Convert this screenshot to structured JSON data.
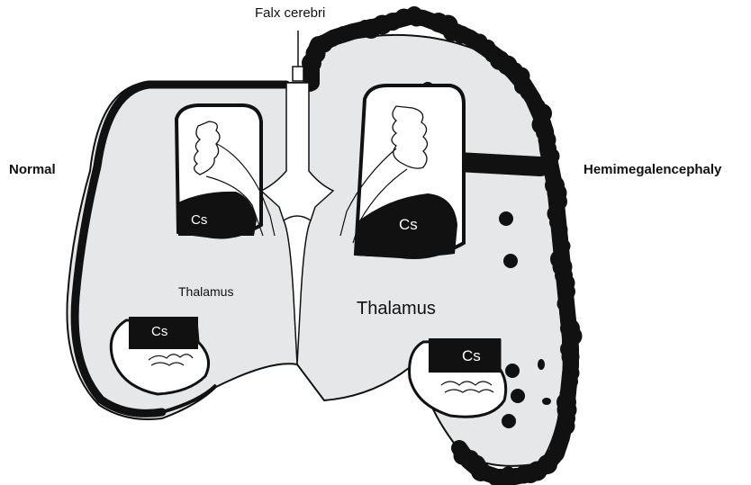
{
  "labels": {
    "left_side": "Normal",
    "right_side": "Hemimegalencephaly",
    "falx": "Falx cerebri",
    "thalamus_left": "Thalamus",
    "thalamus_right": "Thalamus",
    "caudate_upper_left": "Cs",
    "caudate_upper_right": "Cs",
    "caudate_lower_left": "Cs",
    "caudate_lower_right": "Cs"
  },
  "colors": {
    "brain_fill": "#e6e7e8",
    "cortex": "#111111",
    "ventricle": "#ffffff",
    "background": "#ffffff"
  }
}
